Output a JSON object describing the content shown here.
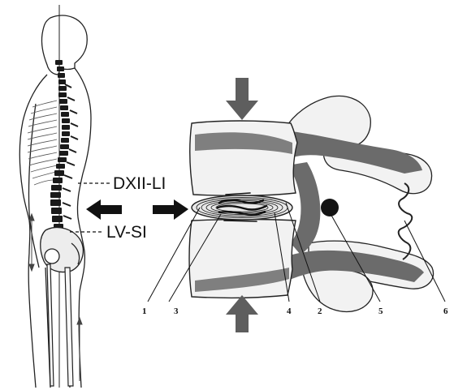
{
  "segment_labels": {
    "upper": "DXII-LI",
    "lower": "LV-SI"
  },
  "callout_numbers": [
    "1",
    "3",
    "4",
    "2",
    "5",
    "6"
  ],
  "colors": {
    "ink": "#111111",
    "bone_fill": "#f2f2f2",
    "tissue_gray": "#6b6b6b",
    "arrow_gray": "#5e5e5e",
    "nucleus_black": "#141414"
  }
}
